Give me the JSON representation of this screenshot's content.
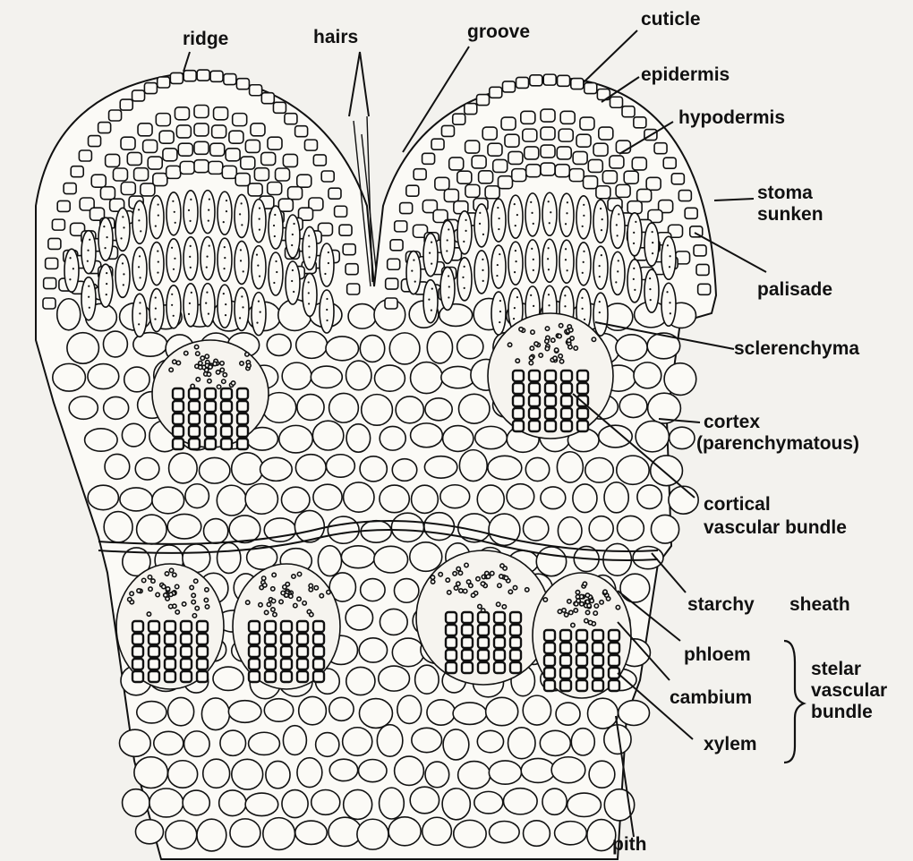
{
  "diagram": {
    "labels": {
      "ridge": "ridge",
      "hairs": "hairs",
      "groove": "groove",
      "cuticle": "cuticle",
      "epidermis": "epidermis",
      "hypodermis": "hypodermis",
      "stoma": "stoma",
      "sunken": "sunken",
      "palisade": "palisade",
      "sclerenchyma": "sclerenchyma",
      "cortex": "cortex",
      "parenchymatous": "(parenchymatous)",
      "cortical": "cortical",
      "cortical_vb": "vascular bundle",
      "starchy": "starchy",
      "sheath": "sheath",
      "phloem": "phloem",
      "cambium": "cambium",
      "xylem": "xylem",
      "stelar": "stelar",
      "stelar_vascular": "vascular",
      "stelar_bundle": "bundle",
      "pith": "pith"
    },
    "colors": {
      "ink": "#111111",
      "paper": "#f3f2ee"
    }
  }
}
